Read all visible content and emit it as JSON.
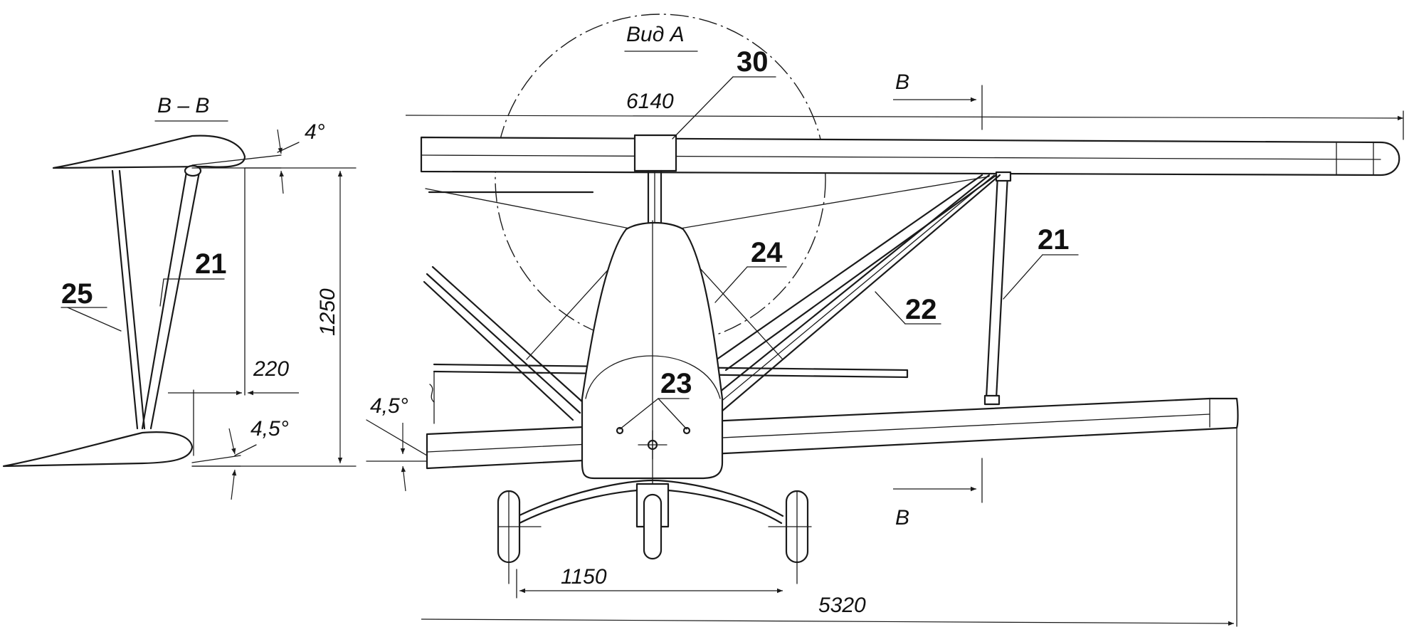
{
  "view_title": "Вид А",
  "section_title": "В – В",
  "section_marks": {
    "top": "В",
    "bottom": "В"
  },
  "dimensions": {
    "span_upper": "6140",
    "span_lower": "5320",
    "track": "1150",
    "height": "1250",
    "offset": "220",
    "angle_upper": "4°",
    "angle_lower_section": "4,5°",
    "angle_lower_front": "4,5°"
  },
  "callouts": {
    "c30": "30",
    "c21_front": "21",
    "c24": "24",
    "c22": "22",
    "c23": "23",
    "c21_section": "21",
    "c25": "25"
  }
}
